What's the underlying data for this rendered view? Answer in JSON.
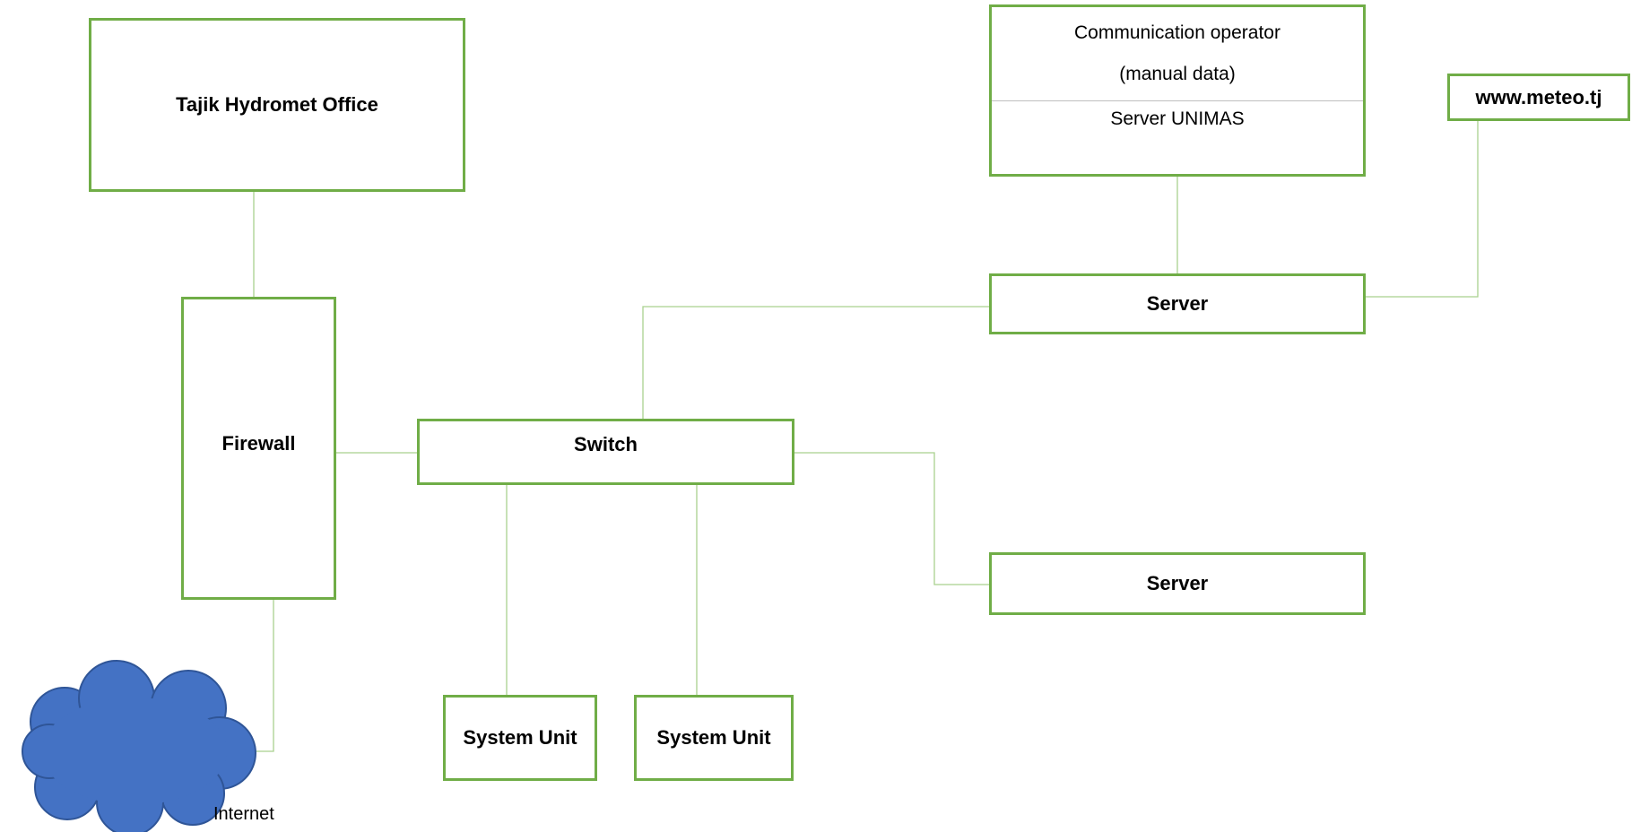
{
  "nodes": {
    "hydromet_office": "Tajik Hydromet Office",
    "communication_operator": {
      "line1": "Communication operator",
      "line2": "(manual data)",
      "server_label": "Server UNIMAS"
    },
    "meteo_website": "www.meteo.tj",
    "server_top": "Server",
    "firewall": "Firewall",
    "switch": "Switch",
    "server_bottom": "Server",
    "system_unit_1": "System Unit",
    "system_unit_2": "System Unit",
    "internet": "Internet"
  },
  "colors": {
    "box_border": "#70ad47",
    "connector": "#a9d18e",
    "cloud_fill": "#4472c4",
    "cloud_outline": "#2f5597"
  }
}
